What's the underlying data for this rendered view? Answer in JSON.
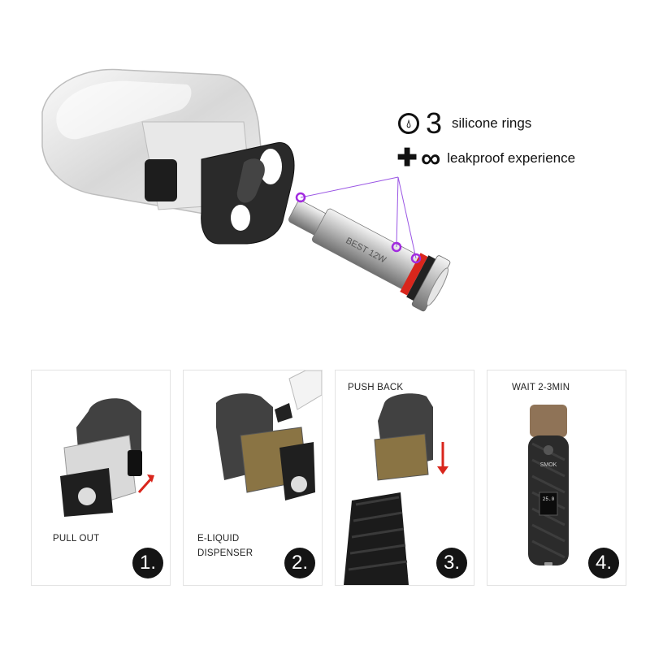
{
  "feature_1": {
    "icon": "drop-icon",
    "number": "3",
    "text": "silicone rings"
  },
  "feature_2": {
    "icons": [
      "plus-icon",
      "infinity-icon"
    ],
    "text": "leakproof experience"
  },
  "coil_print": "BEST 12W",
  "steps": [
    {
      "label": "PULL OUT",
      "number": "1."
    },
    {
      "label": "E-LIQUID\nDISPENSER",
      "number": "2."
    },
    {
      "label": "PUSH BACK",
      "number": "3."
    },
    {
      "label": "WAIT 2-3MIN",
      "number": "4."
    }
  ],
  "device": {
    "brand": "SMOK",
    "screen": "25.0"
  },
  "colors": {
    "accent_gradient": [
      "#3a8be0",
      "#b63ee6"
    ],
    "red_arrow": "#d9261c",
    "ring_purple": "#a22be0"
  }
}
